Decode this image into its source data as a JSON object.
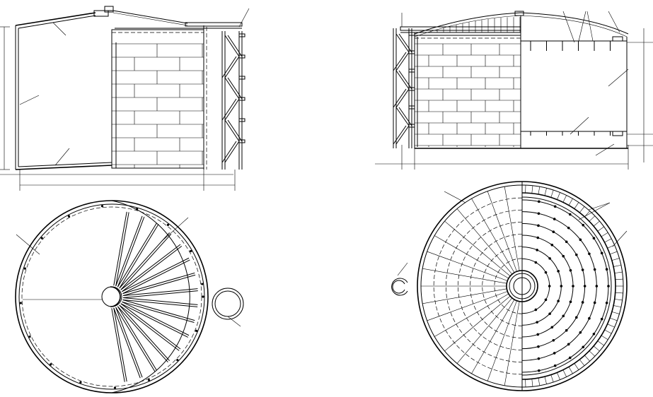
{
  "drawing": {
    "views": [
      {
        "id": "tank-a-elevation",
        "shown": true
      },
      {
        "id": "tank-a-plan",
        "shown": true
      },
      {
        "id": "tank-b-elevation",
        "shown": true
      },
      {
        "id": "tank-b-plan",
        "shown": true
      }
    ],
    "tank_a": {
      "stair_flights": 6,
      "plan_stair_treads": 16
    },
    "tank_b": {
      "stair_flights": 6,
      "plan_rings": 6,
      "radial_segments": 36
    },
    "colors": {
      "line": "#000000",
      "background": "#ffffff"
    }
  }
}
